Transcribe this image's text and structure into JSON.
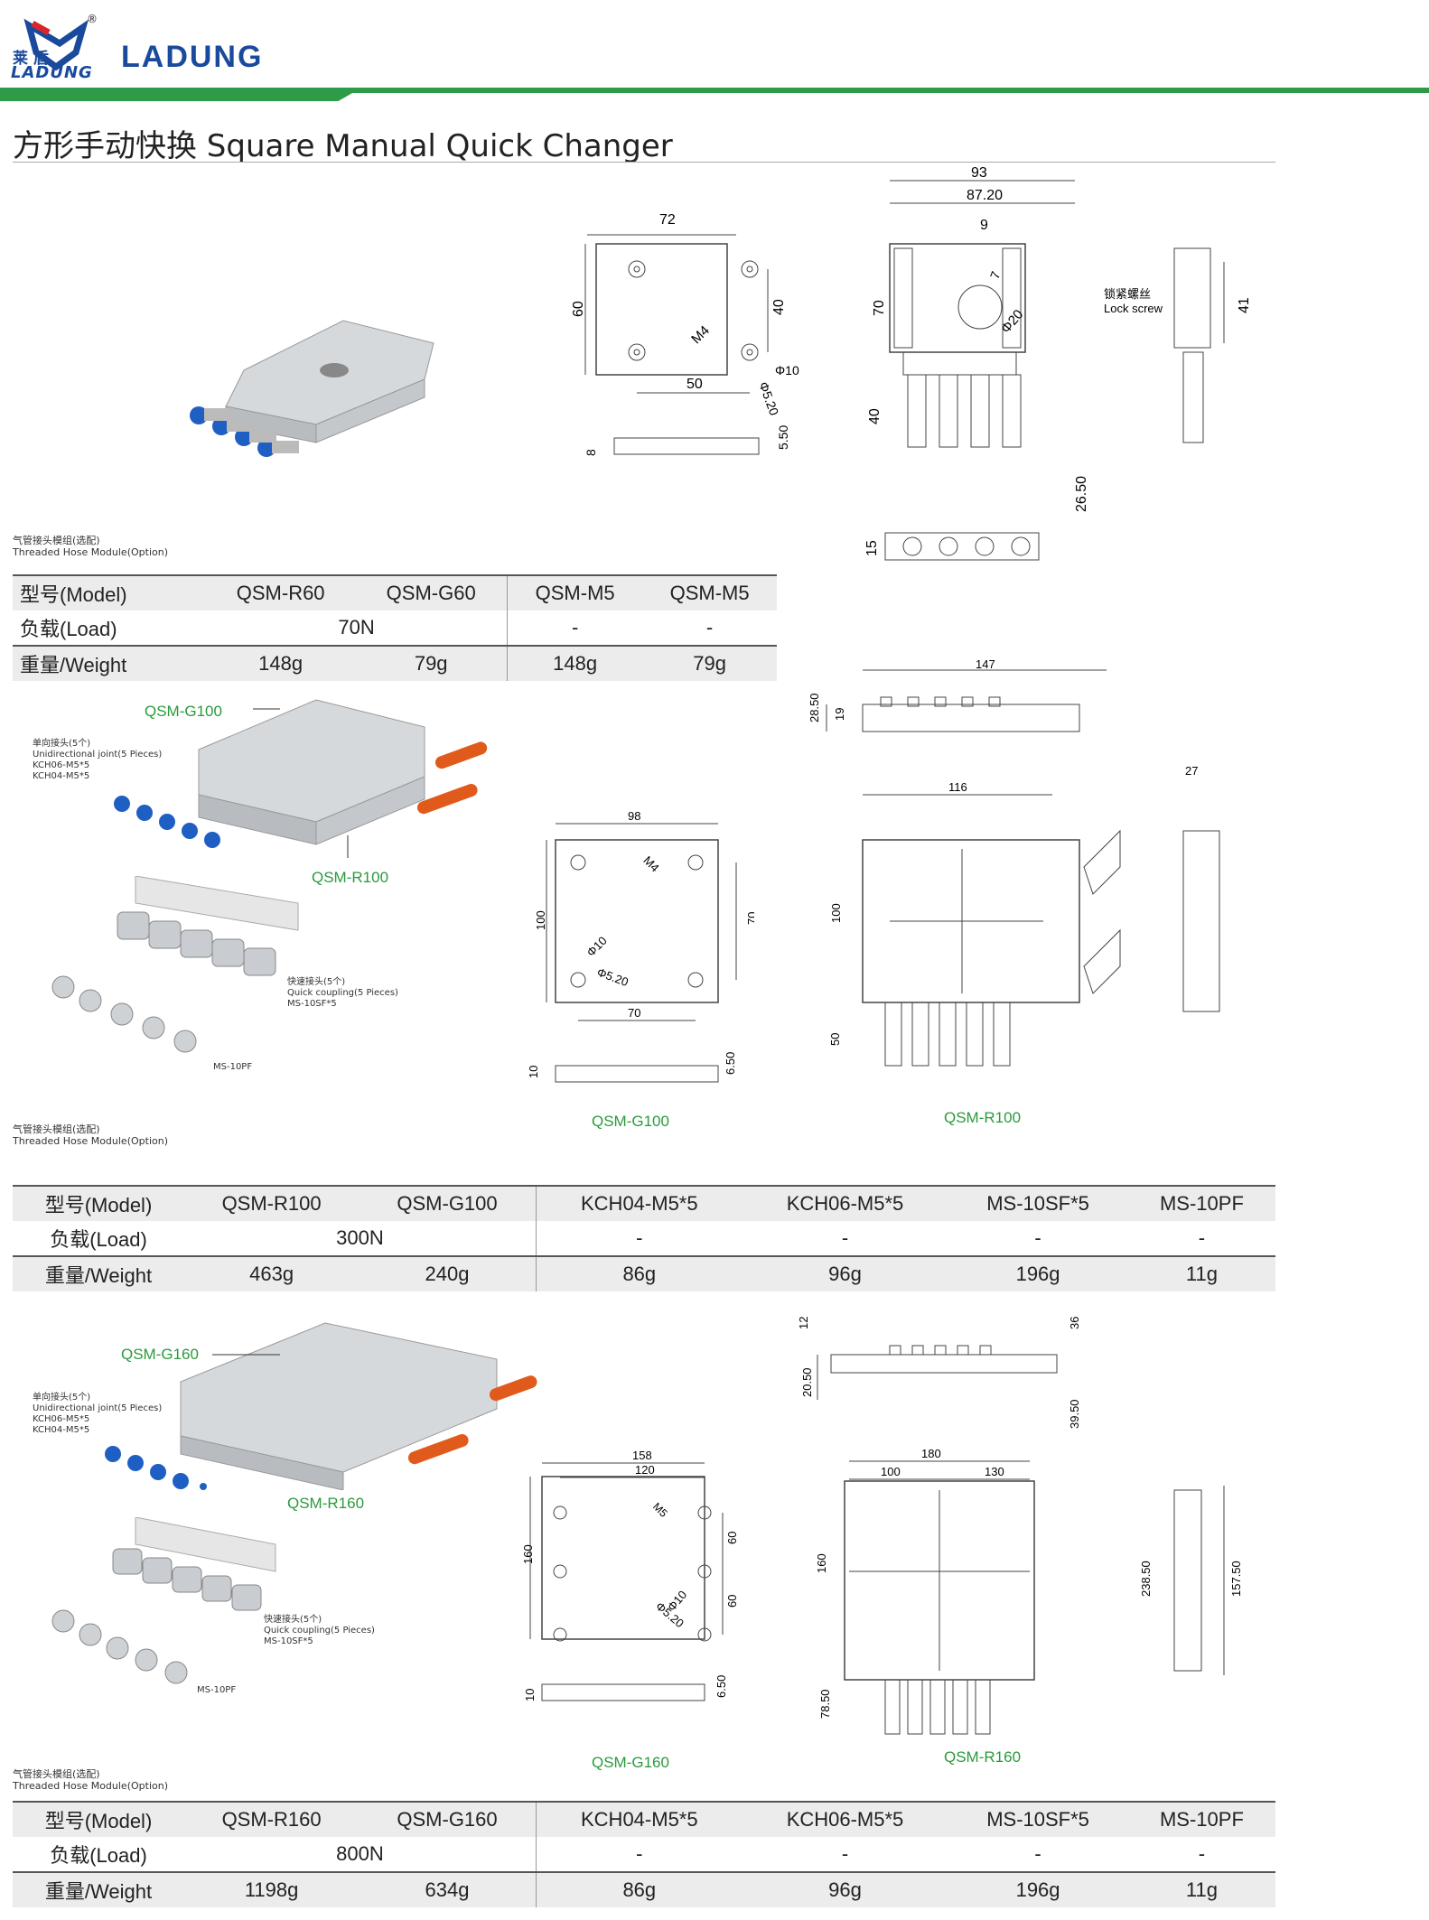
{
  "header": {
    "logo_cn": "莱 盾",
    "logo_en": "LADUNG",
    "brand": "LADUNG",
    "registered": "®"
  },
  "title": "方形手动快换 Square Manual Quick Changer",
  "section1": {
    "module_caption_cn": "气管接头模组(选配)",
    "module_caption_en": "Threaded Hose Module(Option)",
    "drawing_labels": {
      "plate_width": "72",
      "plate_height": "60",
      "hole_pitch_v": "40",
      "hole_pitch_h": "50",
      "thread": "M4",
      "counterbore": "Φ10",
      "hole": "Φ5.20",
      "thickness": "8",
      "step": "5.50",
      "body_width": "93",
      "inner_width": "87.20",
      "slot": "9",
      "slot_depth": "7",
      "bore": "Φ20",
      "body_height": "70",
      "fitting_height": "40",
      "total_height": "26.50",
      "side_height": "41",
      "base_height": "15",
      "lock_cn": "锁紧螺丝",
      "lock_en": "Lock screw"
    },
    "table": {
      "header": [
        "型号(Model)",
        "QSM-R60",
        "QSM-G60",
        "QSM-M5",
        "QSM-M5"
      ],
      "load": [
        "负载(Load)",
        "70N",
        "-",
        "-"
      ],
      "weight": [
        "重量/Weight",
        "148g",
        "79g",
        "148g",
        "79g"
      ]
    }
  },
  "section2": {
    "callout_g": "QSM-G100",
    "callout_r": "QSM-R100",
    "joint_cn": "单向接头(5个)",
    "joint_en": "Unidirectional  joint(5 Pieces)",
    "joint_p1": "KCH06-M5*5",
    "joint_p2": "KCH04-M5*5",
    "coupling_cn": "快速接头(5个)",
    "coupling_en": "Quick coupling(5 Pieces)",
    "coupling_p": "MS-10SF*5",
    "ms_label": "MS-10PF",
    "module_caption_cn": "气管接头模组(选配)",
    "module_caption_en": "Threaded Hose Module(Option)",
    "draw_g": "QSM-G100",
    "draw_r": "QSM-R100",
    "drawing_labels": {
      "plate_w": "98",
      "thread": "M4",
      "plate_h": "100",
      "pitch_v": "70",
      "pitch_h": "70",
      "counterbore": "Φ10",
      "hole": "Φ5.20",
      "thick": "10",
      "step": "6.50",
      "len": "147",
      "h1": "28.50",
      "h2": "19",
      "body_w": "116",
      "body_h": "100",
      "fit_h": "50",
      "side_w": "27"
    },
    "table": {
      "header": [
        "型号(Model)",
        "QSM-R100",
        "QSM-G100",
        "KCH04-M5*5",
        "KCH06-M5*5",
        "MS-10SF*5",
        "MS-10PF"
      ],
      "load": [
        "负载(Load)",
        "300N",
        "-",
        "-",
        "-",
        "-"
      ],
      "weight": [
        "重量/Weight",
        "463g",
        "240g",
        "86g",
        "96g",
        "196g",
        "11g"
      ]
    }
  },
  "section3": {
    "callout_g": "QSM-G160",
    "callout_r": "QSM-R160",
    "joint_cn": "单向接头(5个)",
    "joint_en": "Unidirectional  joint(5 Pieces)",
    "joint_p1": "KCH06-M5*5",
    "joint_p2": "KCH04-M5*5",
    "coupling_cn": "快速接头(5个)",
    "coupling_en": "Quick coupling(5 Pieces)",
    "coupling_p": "MS-10SF*5",
    "ms_label": "MS-10PF",
    "module_caption_cn": "气管接头模组(选配)",
    "module_caption_en": "Threaded Hose Module(Option)",
    "draw_g": "QSM-G160",
    "draw_r": "QSM-R160",
    "drawing_labels": {
      "plate_w": "158",
      "pitch_w": "120",
      "thread": "M5",
      "plate_h": "160",
      "pitch1": "60",
      "pitch2": "60",
      "counterbore": "Φ10",
      "hole": "Φ5.20",
      "thick": "10",
      "step": "6.50",
      "h12": "12",
      "h36": "36",
      "h20": "20.50",
      "h39": "39.50",
      "body_w": "180",
      "w100": "100",
      "w130": "130",
      "body_h": "160",
      "fit_h": "78.50",
      "side_h1": "238.50",
      "side_h2": "157.50"
    },
    "table": {
      "header": [
        "型号(Model)",
        "QSM-R160",
        "QSM-G160",
        "KCH04-M5*5",
        "KCH06-M5*5",
        "MS-10SF*5",
        "MS-10PF"
      ],
      "load": [
        "负载(Load)",
        "800N",
        "-",
        "-",
        "-",
        "-"
      ],
      "weight": [
        "重量/Weight",
        "1198g",
        "634g",
        "86g",
        "96g",
        "196g",
        "11g"
      ]
    }
  },
  "colors": {
    "brand_blue": "#1a4a9c",
    "brand_green": "#2e9b48",
    "callout_green": "#2a9a3c",
    "handle_orange": "#e05a1c",
    "fitting_blue": "#1f5fc4"
  },
  "icons": [
    "logo-shield-icon"
  ]
}
